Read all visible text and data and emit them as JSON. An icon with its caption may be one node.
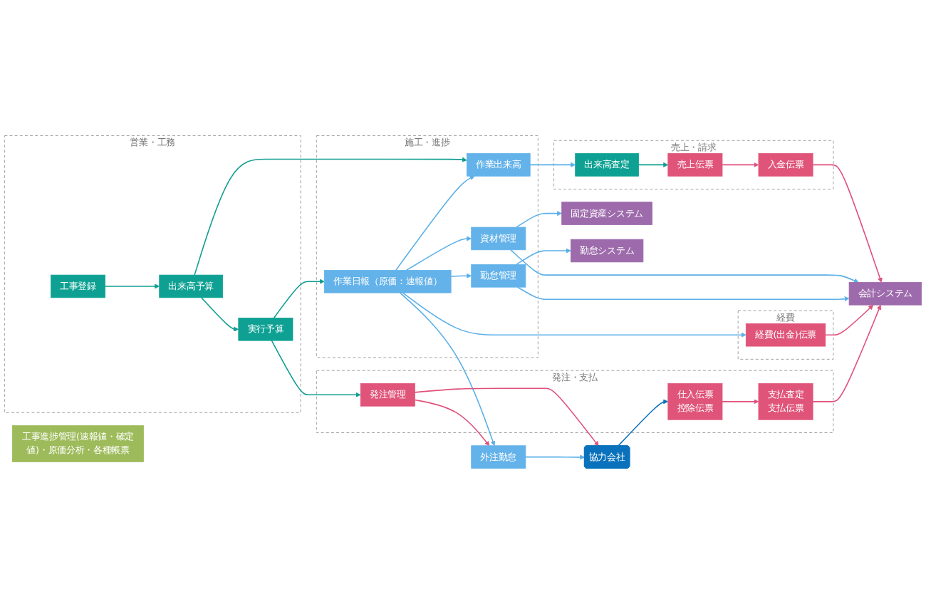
{
  "diagram": {
    "nodes": [
      {
        "text": [
          "営業・工務"
        ]
      },
      {
        "text": [
          "工事登録"
        ],
        "in": 0
      },
      {
        "text": [
          "出来高予算"
        ],
        "in": 0
      },
      {
        "text": [
          "実行予算"
        ],
        "in": 0
      },
      {
        "text": [
          "勤怠システム"
        ]
      },
      {
        "text": [
          "固定資産システム"
        ]
      },
      {
        "text": [
          "施工・進捗"
        ]
      },
      {
        "text": [
          "作業出来高"
        ],
        "in": 6
      },
      {
        "text": [
          "資材管理"
        ],
        "in": 6
      },
      {
        "text": [
          "勤怠管理"
        ],
        "in": 6
      },
      {
        "text": [
          "作業日報（原価：速報値）"
        ],
        "in": 6
      },
      {
        "text": [
          "売上・請求"
        ]
      },
      {
        "text": [
          "出来高査定"
        ],
        "in": 11
      },
      {
        "text": [
          "売上伝票"
        ],
        "in": 11
      },
      {
        "text": [
          "入金伝票"
        ],
        "in": 11
      },
      {
        "text": [
          "経費"
        ]
      },
      {
        "text": [
          "経費(出金)伝票"
        ],
        "in": 15
      },
      {
        "text": [
          "発注・支払"
        ]
      },
      {
        "text": [
          "発注管理"
        ],
        "in": 17
      },
      {
        "text": [
          "外注勤怠"
        ]
      },
      {
        "text": [
          "仕入伝票",
          "控除伝票"
        ],
        "in": 17
      },
      {
        "text": [
          "支払査定",
          "支払伝票"
        ],
        "in": 17
      },
      {
        "text": [
          "協力会社"
        ]
      },
      {
        "text": [
          "会計システム"
        ]
      },
      {
        "text": [
          "工事進捗管理(速報値・確定値)・原価分析・各種帳票"
        ]
      }
    ],
    "edges": [
      {
        "from": 1,
        "to": 2,
        "arrow": "to",
        "color": "#0f9e90"
      },
      {
        "from": 2,
        "to": 3,
        "arrow": "to",
        "color": "#0f9e90"
      },
      {
        "from": 2,
        "to": 7,
        "arrow": "to",
        "color": "#0f9e90"
      },
      {
        "from": 3,
        "to": 10,
        "arrow": "to",
        "color": "#0f9e90"
      },
      {
        "from": 3,
        "to": 18,
        "arrow": "to",
        "color": "#0f9e90"
      },
      {
        "from": 10,
        "to": 7,
        "arrow": "to"
      },
      {
        "from": 10,
        "to": 8,
        "arrow": "to"
      },
      {
        "from": 8,
        "to": 5,
        "arrow": "to"
      },
      {
        "from": 10,
        "to": 9,
        "arrow": "to"
      },
      {
        "from": 9,
        "to": 4,
        "arrow": "to"
      },
      {
        "from": 7,
        "to": 12,
        "arrow": "to"
      },
      {
        "from": 12,
        "to": 13,
        "arrow": "to",
        "color": "#0f9e90"
      },
      {
        "from": 13,
        "to": 14,
        "arrow": "to",
        "color": "#e0507a"
      },
      {
        "from": 14,
        "to": 23,
        "arrow": "to",
        "color": "#e0507a"
      },
      {
        "from": 8,
        "to": 23,
        "arrow": "to"
      },
      {
        "from": 9,
        "to": 23,
        "arrow": "to"
      },
      {
        "from": 10,
        "to": 16,
        "arrow": "to"
      },
      {
        "from": 16,
        "to": 23,
        "arrow": "to",
        "color": "#e0507a"
      },
      {
        "from": 10,
        "to": 19,
        "arrow": "to"
      },
      {
        "from": 18,
        "to": 19,
        "arrow": "to",
        "color": "#e0507a"
      },
      {
        "from": 18,
        "to": 22,
        "arrow": "to",
        "color": "#e0507a"
      },
      {
        "from": 19,
        "to": 22,
        "arrow": "to"
      },
      {
        "from": 22,
        "to": 20,
        "arrow": "to",
        "color": "#0a72bc"
      },
      {
        "from": 20,
        "to": 21,
        "arrow": "to",
        "color": "#e0507a"
      },
      {
        "from": 21,
        "to": 23,
        "arrow": "to",
        "color": "#e0507a"
      }
    ]
  }
}
